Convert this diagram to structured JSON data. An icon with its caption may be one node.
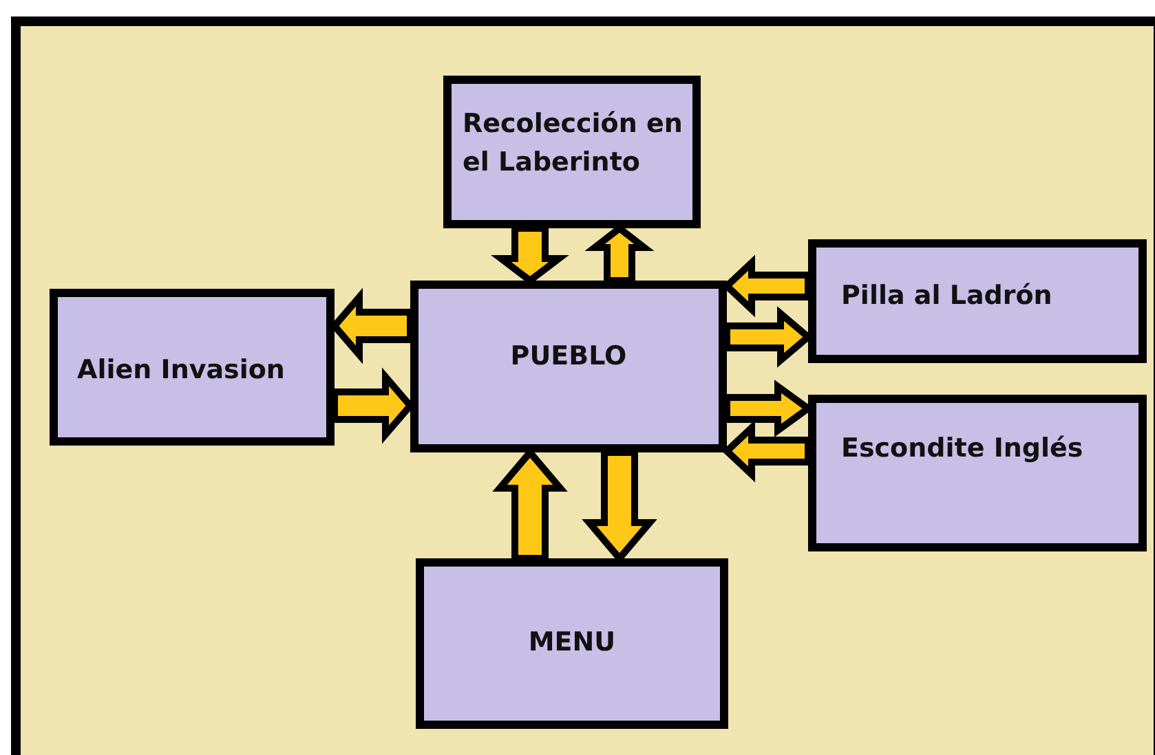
{
  "diagram": {
    "nodes": [
      {
        "text": [
          "Recolección en el Laberinto"
        ]
      },
      {
        "text": [
          "Alien Invasion"
        ]
      },
      {
        "text": [
          "PUEBLO"
        ]
      },
      {
        "text": [
          "Pilla al Ladrón"
        ]
      },
      {
        "text": [
          "Escondite Inglés"
        ]
      },
      {
        "text": [
          "MENU"
        ]
      }
    ],
    "edges": [
      {
        "from": 0,
        "to": 2,
        "arrow": "to"
      },
      {
        "from": 2,
        "to": 0,
        "arrow": "to"
      },
      {
        "from": 2,
        "to": 1,
        "arrow": "to"
      },
      {
        "from": 1,
        "to": 2,
        "arrow": "to"
      },
      {
        "from": 3,
        "to": 2,
        "arrow": "to"
      },
      {
        "from": 2,
        "to": 3,
        "arrow": "to"
      },
      {
        "from": 2,
        "to": 4,
        "arrow": "to"
      },
      {
        "from": 4,
        "to": 2,
        "arrow": "to"
      },
      {
        "from": 5,
        "to": 2,
        "arrow": "to"
      },
      {
        "from": 2,
        "to": 5,
        "arrow": "to"
      }
    ]
  }
}
